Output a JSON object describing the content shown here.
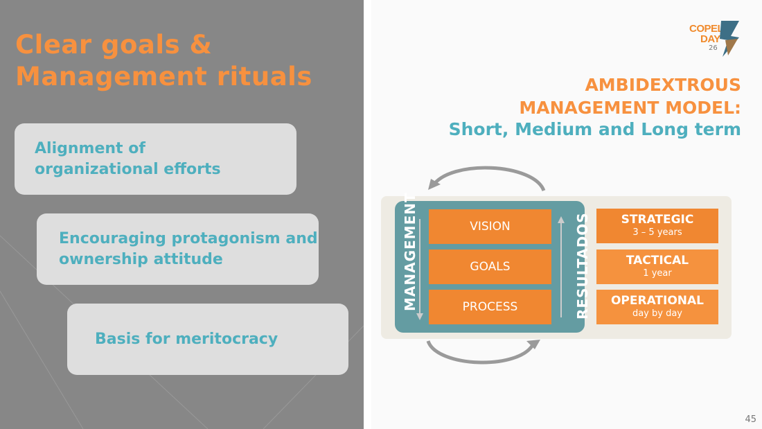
{
  "left": {
    "title_line1": "Clear goals &",
    "title_line2": "Management rituals",
    "cards": [
      "Alignment of organizational efforts",
      "Encouraging protagonism and ownership attitude",
      "Basis for meritocracy"
    ]
  },
  "logo": {
    "text_line1": "COPEL",
    "text_line2": "DAY",
    "number": "26"
  },
  "right": {
    "heading_line1": "AMBIDEXTROUS",
    "heading_line2": "MANAGEMENT MODEL:",
    "subheading": "Short, Medium and Long term"
  },
  "diagram": {
    "left_label": "MANAGEMENT",
    "right_label": "RESULTADOS",
    "stack": [
      "VISION",
      "GOALS",
      "PROCESS"
    ],
    "horizons": [
      {
        "title": "STRATEGIC",
        "period": "3 – 5 years"
      },
      {
        "title": "TACTICAL",
        "period": "1 year"
      },
      {
        "title": "OPERATIONAL",
        "period": "day by day"
      }
    ]
  },
  "page_number": "45",
  "colors": {
    "orange": "#f7913f",
    "teal": "#4eafbe",
    "panel": "#878787"
  }
}
